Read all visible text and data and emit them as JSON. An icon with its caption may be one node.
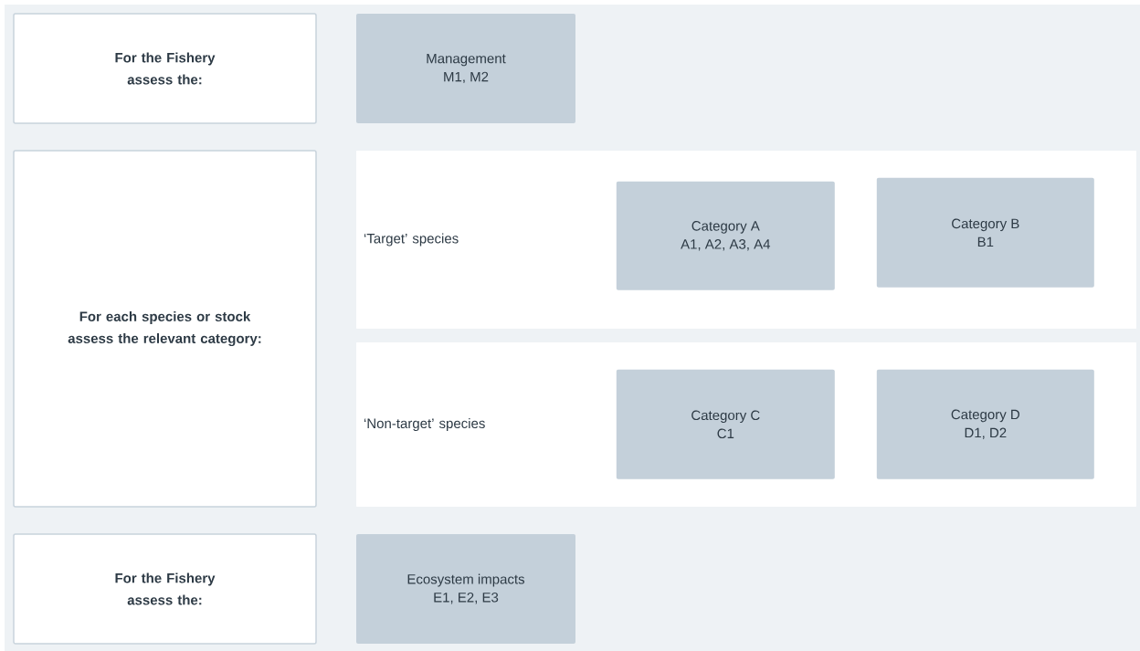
{
  "diagram": {
    "nodes": [
      {
        "text": [
          "For the Fishery assess the:"
        ]
      },
      {
        "text": [
          "Management",
          "M1, M2"
        ]
      },
      {
        "text": [
          "For each species or stock assess the relevant category:"
        ]
      },
      {
        "text": [
          "‘Target’ species"
        ]
      },
      {
        "text": [
          "Category A",
          "A1, A2, A3, A4"
        ],
        "in": 3
      },
      {
        "text": [
          "Category B",
          "B1"
        ],
        "in": 3
      },
      {
        "text": [
          "‘Non-target’ species"
        ]
      },
      {
        "text": [
          "Category C",
          "C1"
        ],
        "in": 6
      },
      {
        "text": [
          "Category D",
          "D1, D2"
        ],
        "in": 6
      },
      {
        "text": [
          "For the Fishery assess the:"
        ]
      },
      {
        "text": [
          "Ecosystem impacts",
          "E1, E2, E3"
        ]
      }
    ],
    "edges": []
  }
}
